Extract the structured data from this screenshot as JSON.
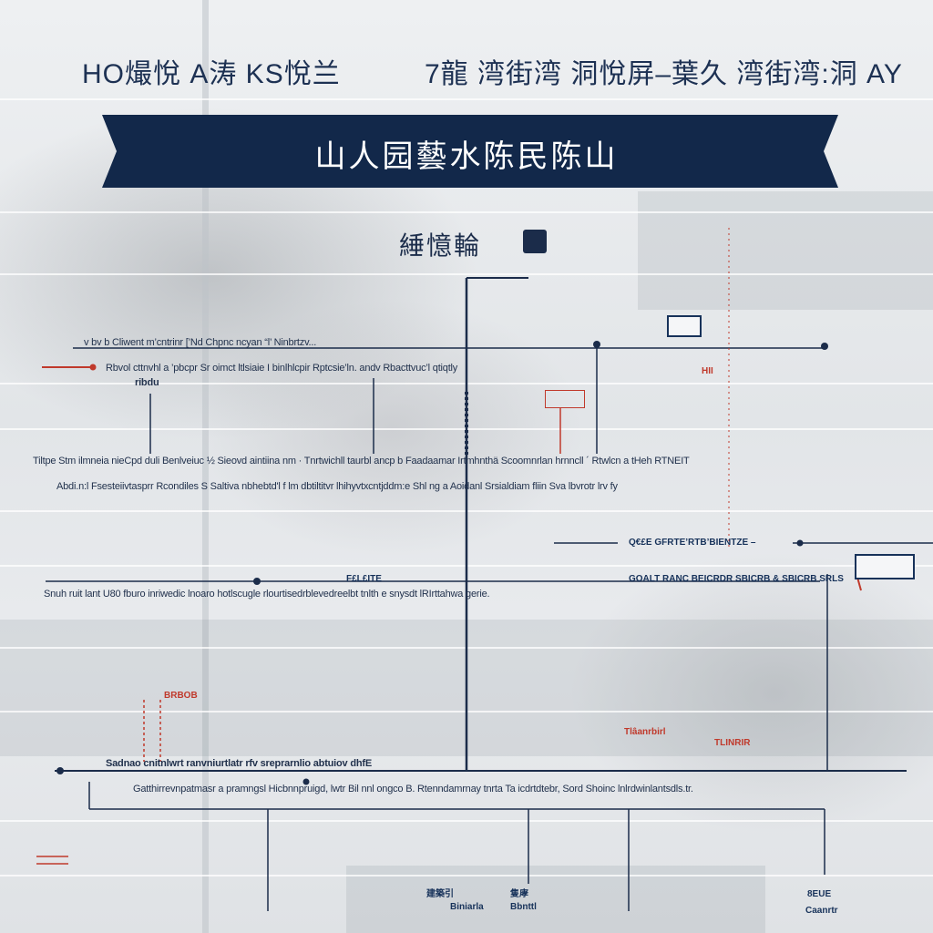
{
  "header": {
    "left_title": "HO熶悅 A涛 KS悅兰",
    "right_title": "7龍 湾街湾 洞悅屏–葉久 湾街湾:洞 AY"
  },
  "banner": {
    "text": "山人园藝水陈民陈山"
  },
  "subheading": {
    "text": "綞憶輪"
  },
  "rows": {
    "r1": "v  bv  b  Cliwent m’cntrinr [’Nd Chpnc ncyan “l’ Ninbrtzv...",
    "r2": "Rbvol cttnvhl a  ’pbcpr Sr oimct ltlsiaie I  binlhlcpir  Rptcsie’ln. andv Rbacttvuc’l qtiqtly",
    "r2b": "ribdu",
    "r3": "Tiltpe Stm  ilmneia  nieCpd duli Benlveiuc ½  Sieovd  aintiina nm · Tnrtwichll  taurbl ancp b  Faadaamar  Irtmhnthä Scoomnrlan hrnncll  ´ Rtwlcn a  tHeh  RTNEIT",
    "r4": "Abdi.n:l  Fsesteiivtasprr  Rcondiles  S  Saltiva nbhebtd'l  f lm  dbtiltitvr  lhihyvtxcntjddm:e  Shl  ng  a  Aoidanl  Srsialdiam fliin  Sva  lbvrotr lrv fy",
    "r5": "Q€£E GFRTE’RTB’BIENTZE  –",
    "r6": "GOALT RANC  BEICRDR  SBICRB  &  SBICRB  SRLS",
    "r7": "Snuh  ruit  lant U80  fburo  inriwedic  lnoaro  hotlscugle  rlourtisedrblevedreelbt  tnlth  e  snysdt  lRIrttahwa  gerie.",
    "r7b": "F£L£ITE",
    "r8": "Sadnao  cnitnlwrt  ranvniurtlatr  rfv  sreprarnlio  abtuiov  dhfE",
    "r9": "Gatthirrevnpatmasr  a  pramngsl  Hicbnnpruigd,  lwtr  Bil  nnl  ongco  B.  Rtenndamrnay  tnrta  Ta  icdrtdtebr,  Sord  Shoinc  lnlrdwinlantsdls.tr.",
    "t1": "建築引",
    "t2": "Biniarla",
    "t3": "隻庨",
    "t4": "Bbnttl",
    "t5": "8EUE",
    "t6": "Caanrtr",
    "t7": "Tlâanrbirl",
    "t8": "TLINRIR",
    "t9": "BRBOB",
    "t10": "HII"
  },
  "colors": {
    "navy": "#17325a",
    "red": "#c0392b",
    "banner": "#12284a"
  }
}
